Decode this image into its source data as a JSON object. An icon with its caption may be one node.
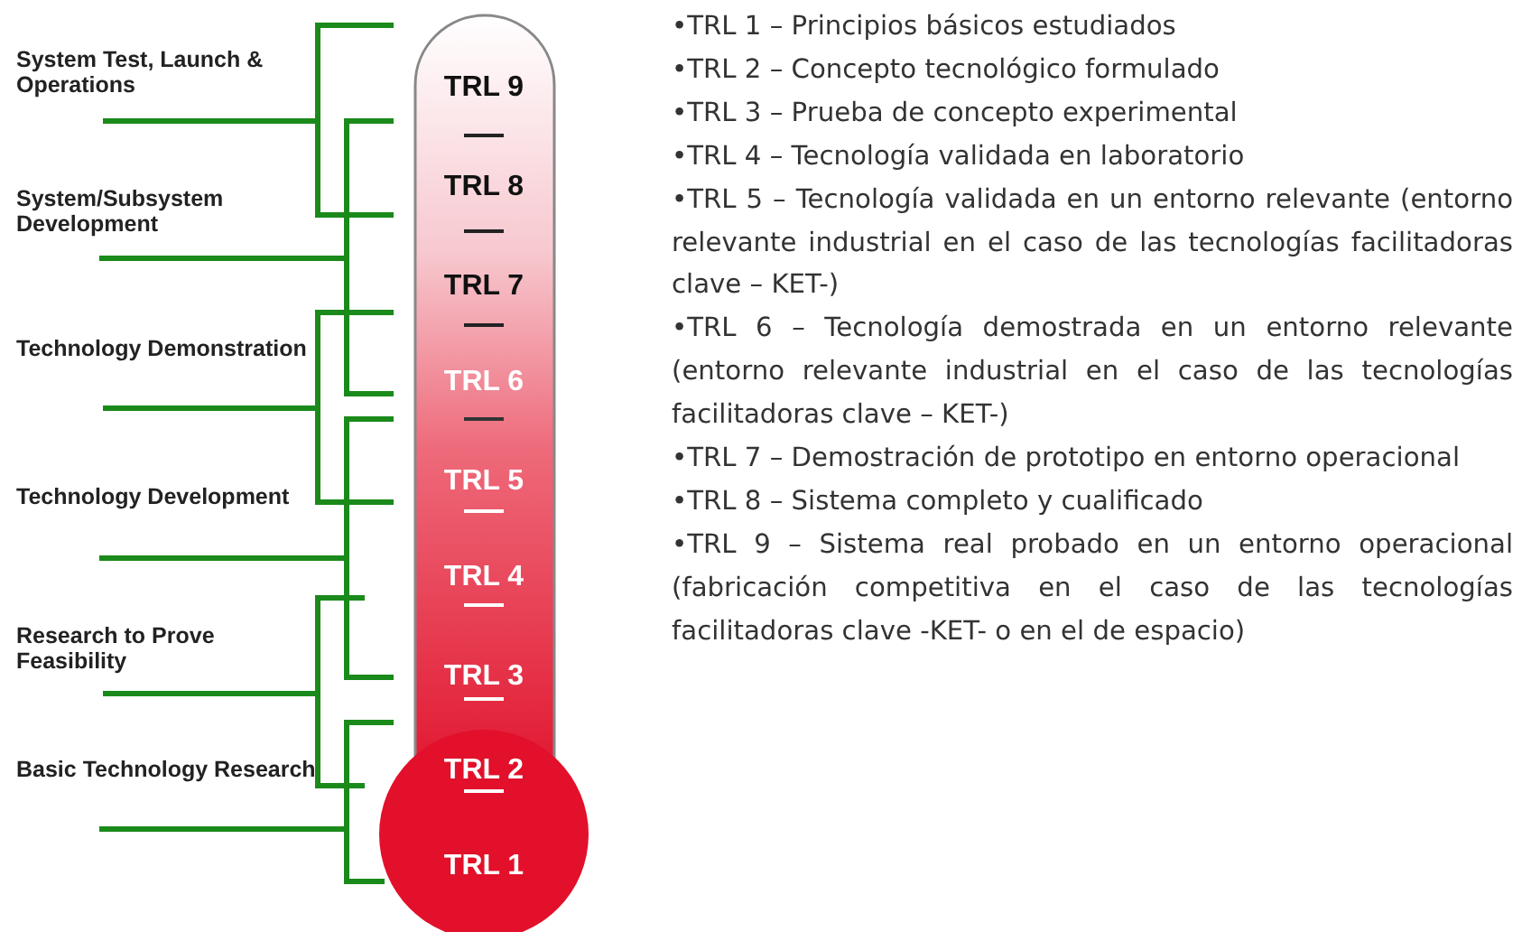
{
  "diagram": {
    "nodes": [
      {
        "text": [
          "TRL 9",
          "TRL 8",
          "TRL 7",
          "TRL 6",
          "TRL 5",
          "TRL 4",
          "TRL 3",
          "TRL 2",
          "TRL 1"
        ]
      }
    ],
    "labels": [
      "System Test, Launch & Operations",
      "System/Subsystem Development",
      "Technology Demonstration",
      "Technology Development",
      "Research to Prove Feasibility",
      "Basic Technology Research",
      "•TRL 1 – Principios básicos estudiados",
      "•TRL 2 – Concepto tecnológico formulado",
      "•TRL 3 – Prueba de concepto experimental",
      "•TRL 4 – Tecnología validada en laboratorio",
      "•TRL 5 – Tecnología validada en un entorno relevante (entorno relevante industrial en el caso de las tecnologías facilitadoras clave – KET-)",
      "•TRL 6 – Tecnología demostrada en un entorno relevante (entorno relevante industrial en el caso de las tecnologías facilitadoras clave – KET-)",
      "•TRL 7 – Demostración de prototipo en entorno operacional",
      "•TRL 8 – Sistema completo y cualificado",
      "•TRL 9 – Sistema real probado en un entorno operacional (fabricación competitiva en el caso de las tecnologías facilitadoras clave -KET- o en el de espacio)"
    ]
  }
}
